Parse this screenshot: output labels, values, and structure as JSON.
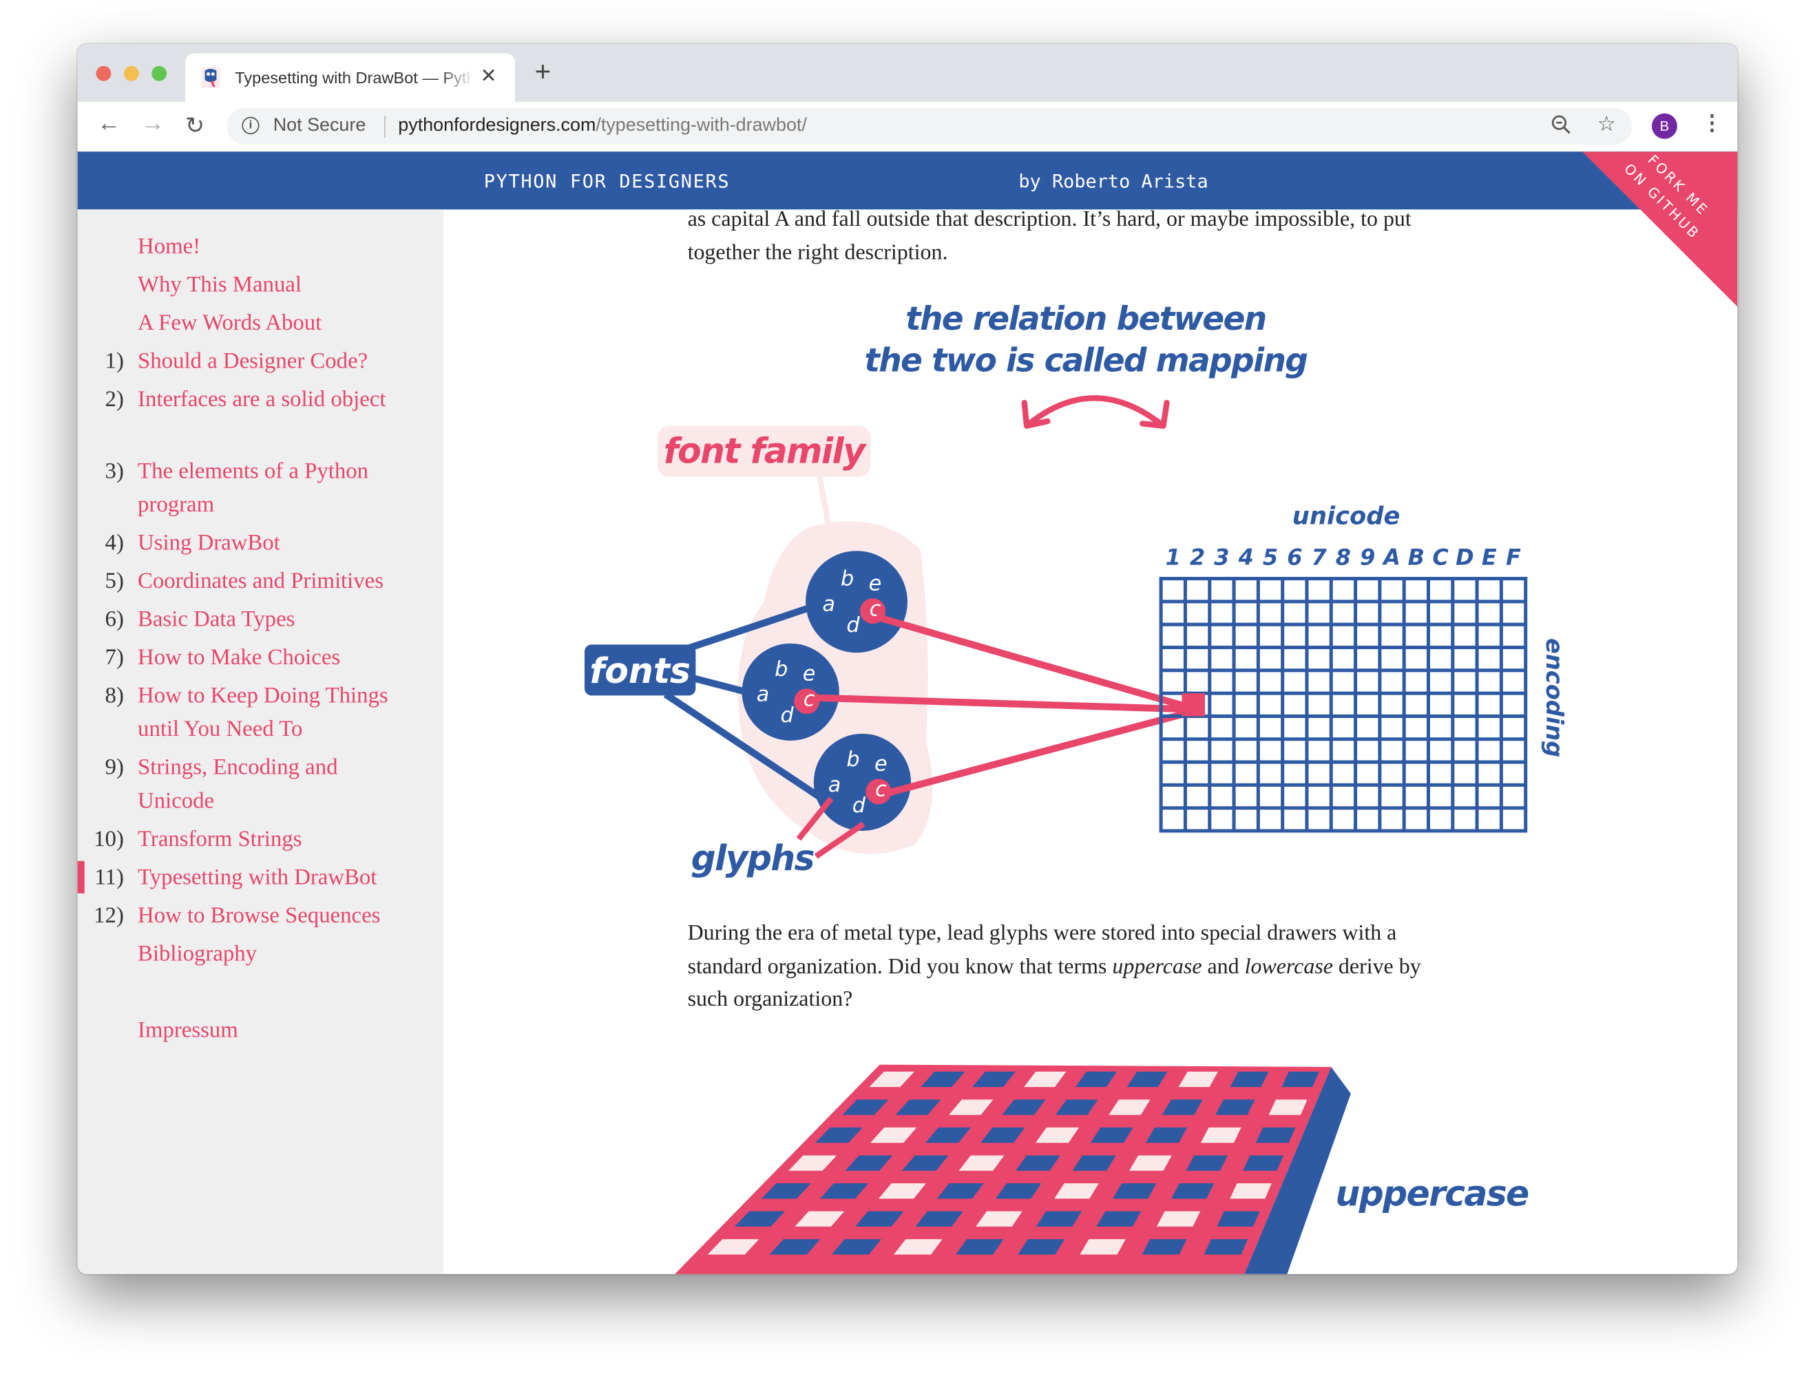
{
  "browser": {
    "tab_title": "Typesetting with DrawBot — Python for Designers",
    "new_tab_label": "+",
    "security_label": "Not Secure",
    "url_host": "pythonfordesigners.com",
    "url_path": "/typesetting-with-drawbot/",
    "avatar_letter": "B",
    "traffic_colors": [
      "#ed6a5e",
      "#f5bf4f",
      "#61c554"
    ]
  },
  "header": {
    "brand": "PYTHON FOR DESIGNERS",
    "author": "by Roberto Arista",
    "ribbon": [
      "FORK ME",
      "ON GITHUB"
    ],
    "color": "#2e5aa4",
    "accent": "#e8466a"
  },
  "sidebar": {
    "items": [
      {
        "num": "",
        "label": "Home!"
      },
      {
        "num": "",
        "label": "Why This Manual"
      },
      {
        "num": "",
        "label": "A Few Words About"
      },
      {
        "num": "1)",
        "label": "Should a Designer Code?"
      },
      {
        "num": "2)",
        "label": "Interfaces are a solid object"
      },
      {
        "num": "3)",
        "label": "The elements of a Python program"
      },
      {
        "num": "4)",
        "label": "Using DrawBot"
      },
      {
        "num": "5)",
        "label": "Coordinates and Primitives"
      },
      {
        "num": "6)",
        "label": "Basic Data Types"
      },
      {
        "num": "7)",
        "label": "How to Make Choices"
      },
      {
        "num": "8)",
        "label": "How to Keep Doing Things until You Need To"
      },
      {
        "num": "9)",
        "label": "Strings, Encoding and Unicode"
      },
      {
        "num": "10)",
        "label": "Transform Strings"
      },
      {
        "num": "11)",
        "label": "Typesetting with DrawBot",
        "active": true
      },
      {
        "num": "12)",
        "label": "How to Browse Sequences"
      },
      {
        "num": "",
        "label": "Bibliography"
      },
      {
        "num": "",
        "label": "Impressum"
      }
    ]
  },
  "content": {
    "para1": "as capital A and fall outside that description. It’s hard, or maybe impossible, to put together the right description.",
    "para2_a": "During the era of metal type, lead glyphs were stored into special drawers with a standard organization. Did you know that terms ",
    "para2_em1": "uppercase",
    "para2_b": " and ",
    "para2_em2": "lowercase",
    "para2_c": " derive by such organization?"
  },
  "diagram": {
    "title_line1": "the relation between",
    "title_line2": "the two is called mapping",
    "font_family": "font family",
    "fonts": "fonts",
    "glyphs": "glyphs",
    "unicode": "unicode",
    "encoding": "encoding",
    "columns": [
      "1",
      "2",
      "3",
      "4",
      "5",
      "6",
      "7",
      "8",
      "9",
      "A",
      "B",
      "C",
      "D",
      "E",
      "F"
    ],
    "glyph_letters": [
      "a",
      "b",
      "c",
      "d",
      "e"
    ],
    "uppercase": "uppercase"
  }
}
